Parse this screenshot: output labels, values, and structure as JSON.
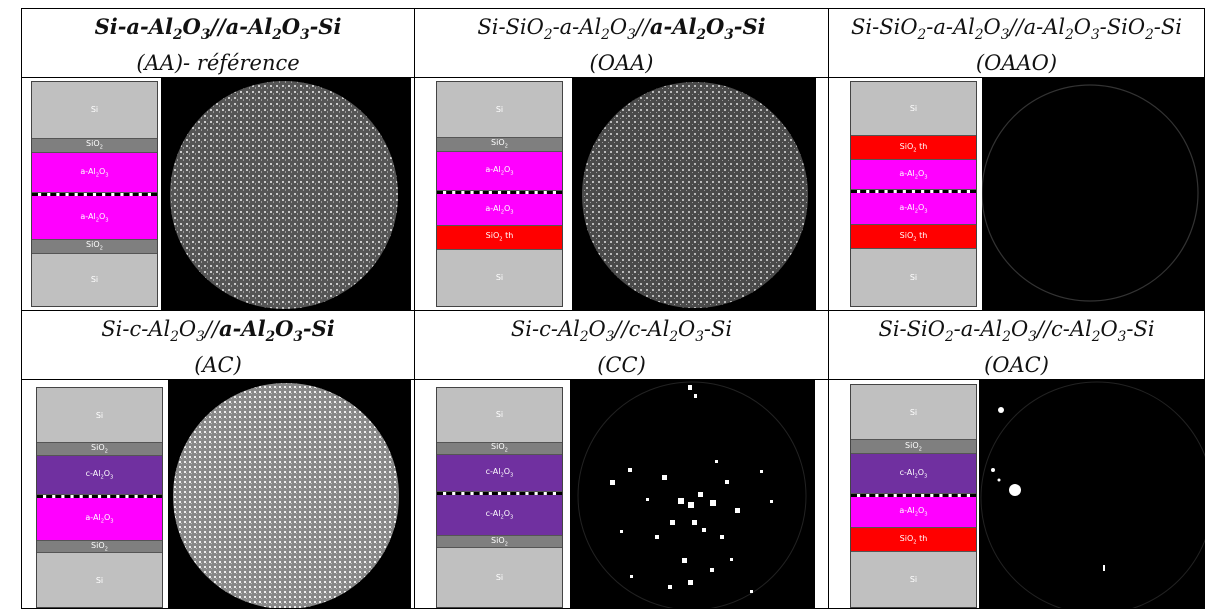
{
  "cells": [
    {
      "title_pre": "",
      "title_bold": "Si-a-Al2O3//a-Al2O3-Si",
      "code": "(AA)- référence"
    },
    {
      "title_pre": "Si-SiO2-a-Al2O3//",
      "title_bold": "a-Al2O3-Si",
      "code": "(OAA)"
    },
    {
      "title_pre": "Si-SiO2-a-Al2O3//a-Al2O3-SiO2-Si",
      "title_bold": "",
      "code": "(OAAO)"
    },
    {
      "title_pre": "Si-c-Al2O3//",
      "title_bold": "a-Al2O3-Si",
      "code": "(AC)"
    },
    {
      "title_pre": "Si-c-Al2O3//c-Al2O3-Si",
      "title_bold": "",
      "code": "(CC)"
    },
    {
      "title_pre": "Si-SiO2-a-Al2O3//c-Al2O3-Si",
      "title_bold": "",
      "code": "(OAC)"
    }
  ],
  "layer_labels": {
    "si": "Si",
    "sio2": "SiO2",
    "sio2th": "SiO2 th",
    "a_al2o3": "a-Al2O3",
    "c_al2o3": "c-Al2O3"
  },
  "colors": {
    "si": "#c0c0c0",
    "sio2": "#7f7f7f",
    "sio2th": "#ff0000",
    "a_al2o3": "#ff00ff",
    "c_al2o3": "#7030a0"
  }
}
